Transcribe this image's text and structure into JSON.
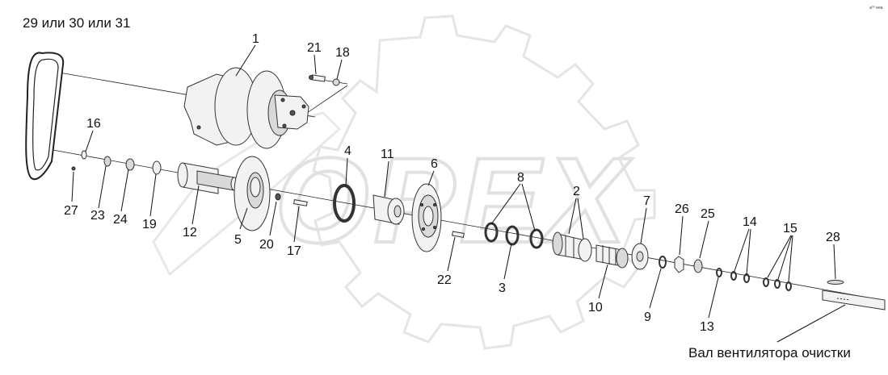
{
  "corner_mark": "a⁰⁰ eea",
  "drive_belt_label": "29 или 30 или 31",
  "shaft_label": "Вал вентилятора очистки",
  "watermark": "OPEX",
  "callouts": {
    "c1": "1",
    "c2": "2",
    "c3": "3",
    "c4": "4",
    "c5": "5",
    "c6": "6",
    "c7": "7",
    "c8": "8",
    "c9": "9",
    "c10": "10",
    "c11": "11",
    "c12": "12",
    "c13": "13",
    "c14": "14",
    "c15": "15",
    "c16": "16",
    "c17": "17",
    "c18": "18",
    "c19": "19",
    "c20": "20",
    "c21": "21",
    "c22": "22",
    "c23": "23",
    "c24": "24",
    "c25": "25",
    "c26": "26",
    "c27": "27",
    "c28": "28"
  }
}
